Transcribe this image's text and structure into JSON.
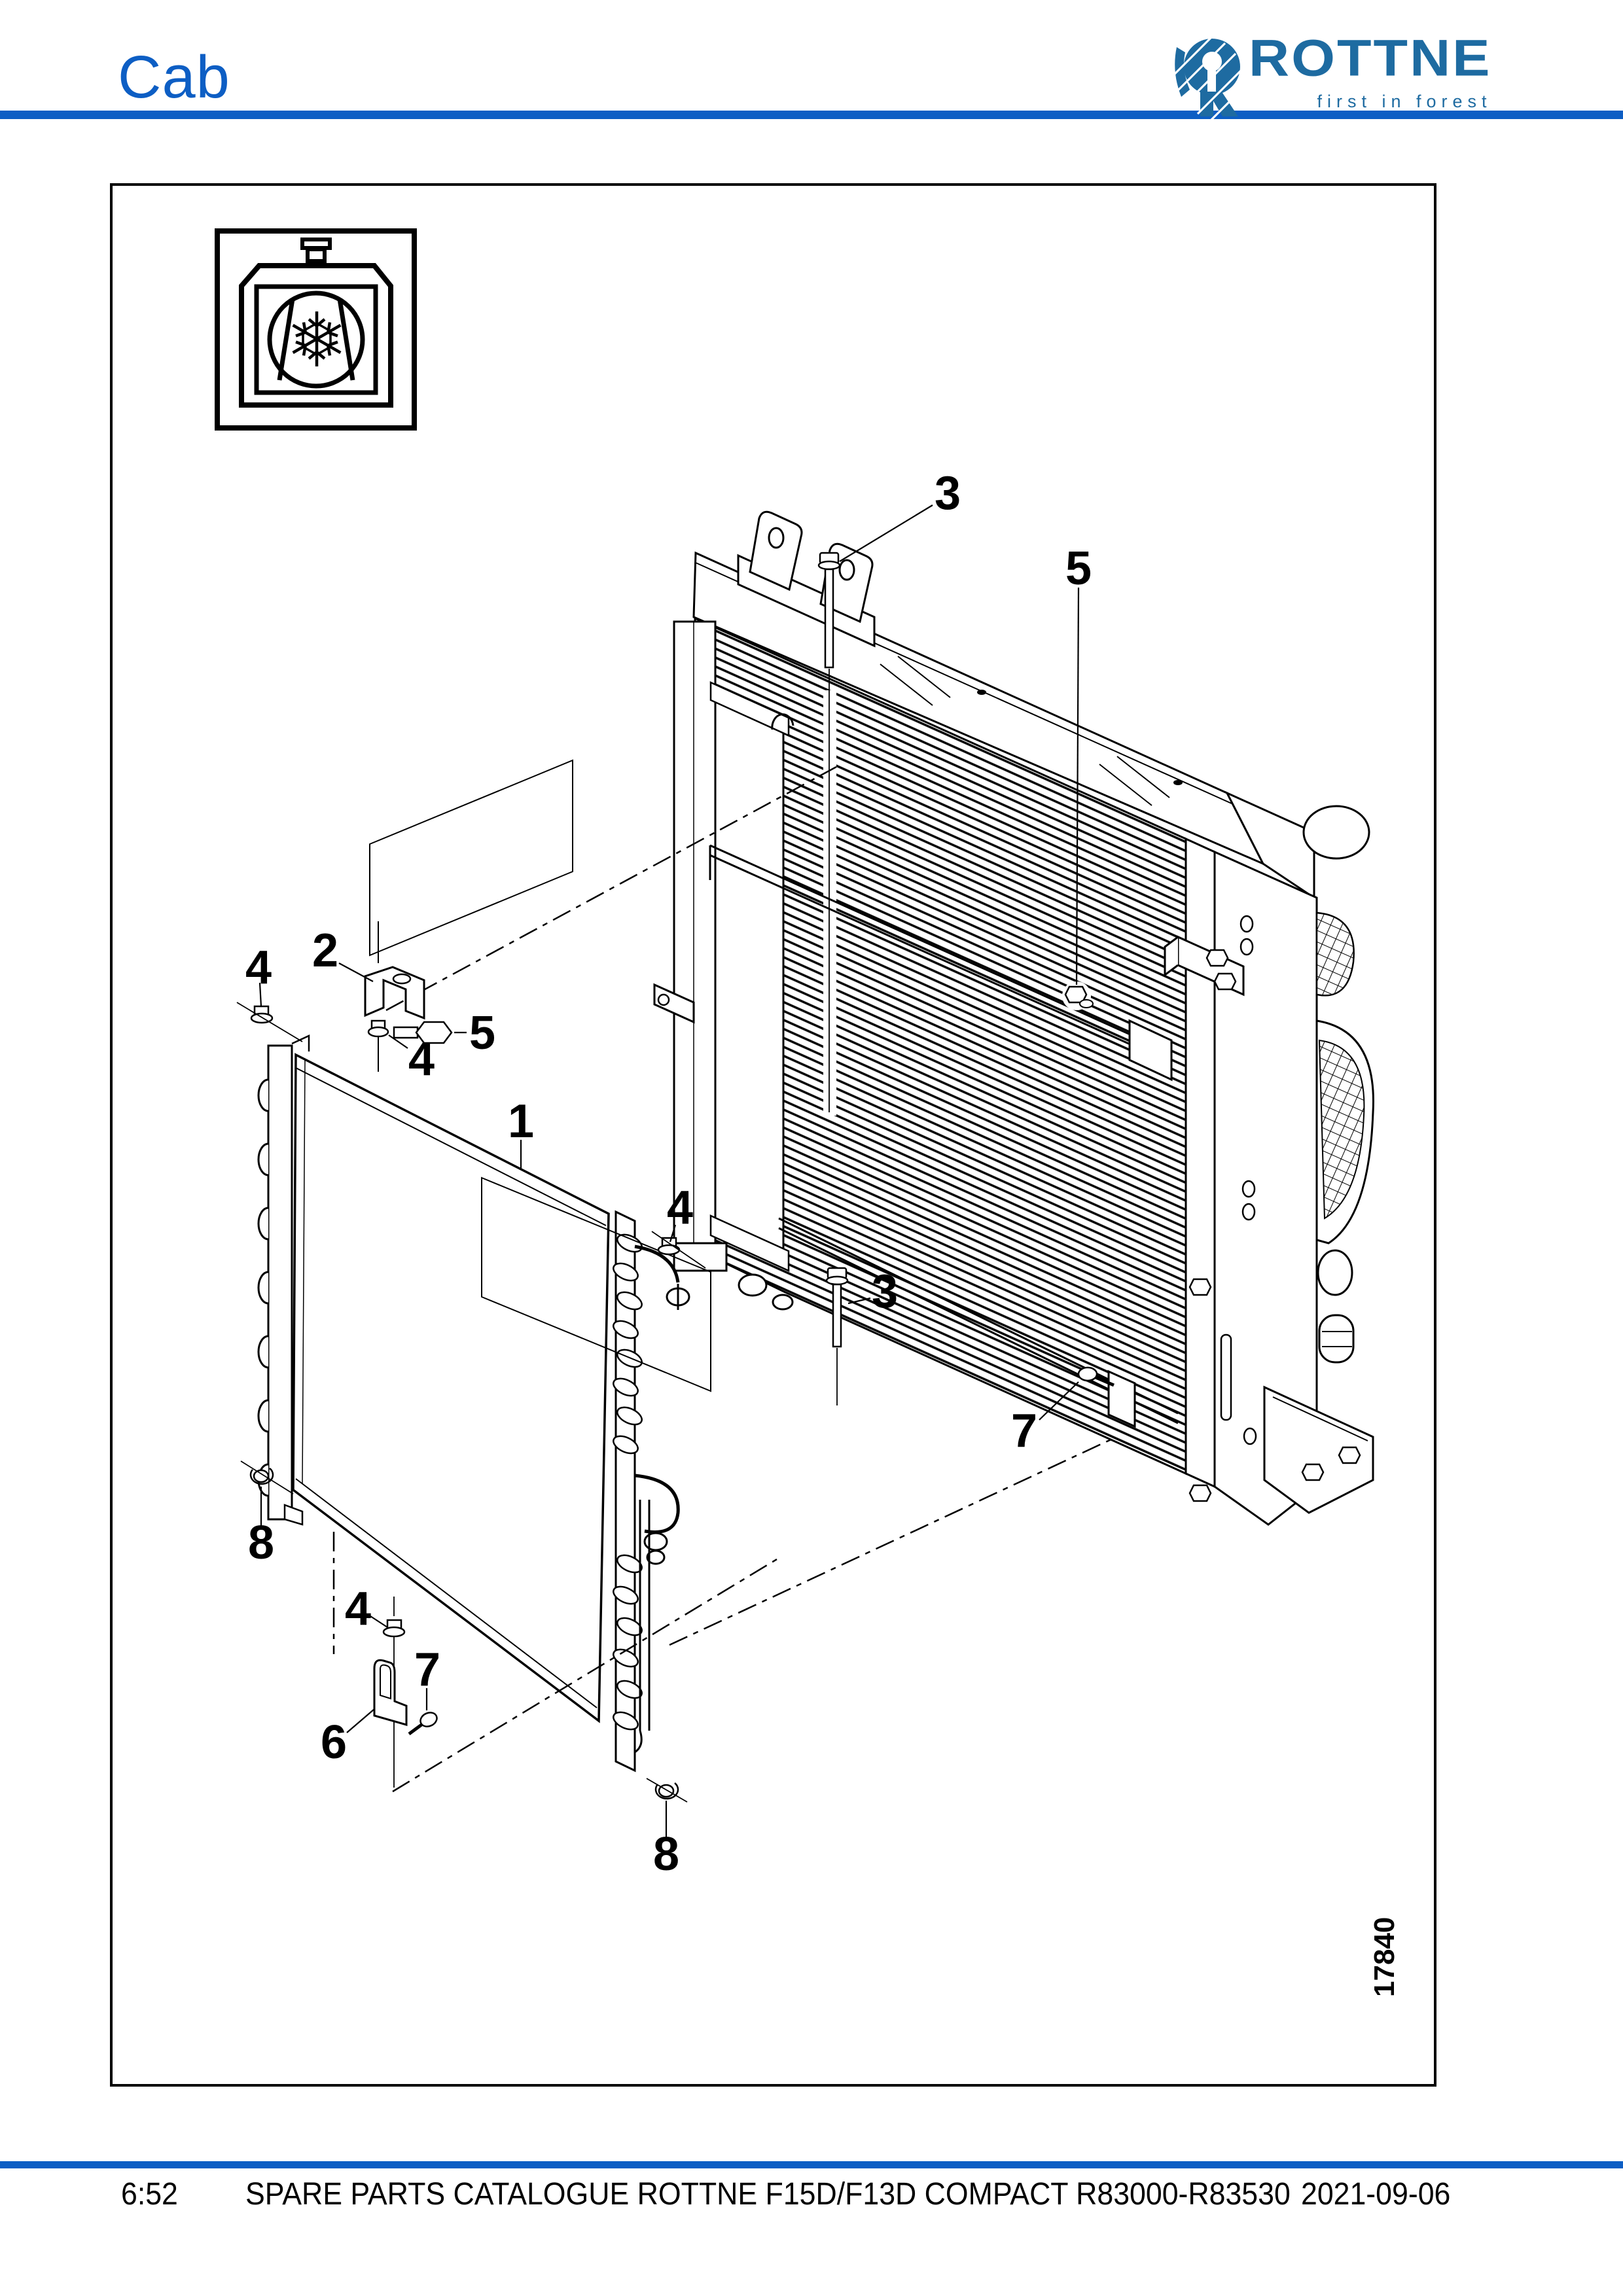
{
  "header": {
    "title": "Cab"
  },
  "logo": {
    "brand": "ROTTNE",
    "tagline": "first in forest"
  },
  "colors": {
    "rule_blue": "#0d5ec4",
    "logo_blue": "#1e6ba1"
  },
  "figure": {
    "drawing_number": "17840",
    "icon": "air-conditioning",
    "callouts": [
      {
        "id": "c3a",
        "n": "3"
      },
      {
        "id": "c5a",
        "n": "5"
      },
      {
        "id": "c2",
        "n": "2"
      },
      {
        "id": "c4a",
        "n": "4"
      },
      {
        "id": "c5b",
        "n": "5"
      },
      {
        "id": "c4b",
        "n": "4"
      },
      {
        "id": "c1",
        "n": "1"
      },
      {
        "id": "c4c",
        "n": "4"
      },
      {
        "id": "c3b",
        "n": "3"
      },
      {
        "id": "c7a",
        "n": "7"
      },
      {
        "id": "c8a",
        "n": "8"
      },
      {
        "id": "c4d",
        "n": "4"
      },
      {
        "id": "c7b",
        "n": "7"
      },
      {
        "id": "c6",
        "n": "6"
      },
      {
        "id": "c8b",
        "n": "8"
      }
    ]
  },
  "footer": {
    "time": "6:52",
    "catalogue": "SPARE PARTS CATALOGUE ROTTNE F15D/F13D COMPACT R83000-R83530",
    "date": "2021-09-06"
  }
}
